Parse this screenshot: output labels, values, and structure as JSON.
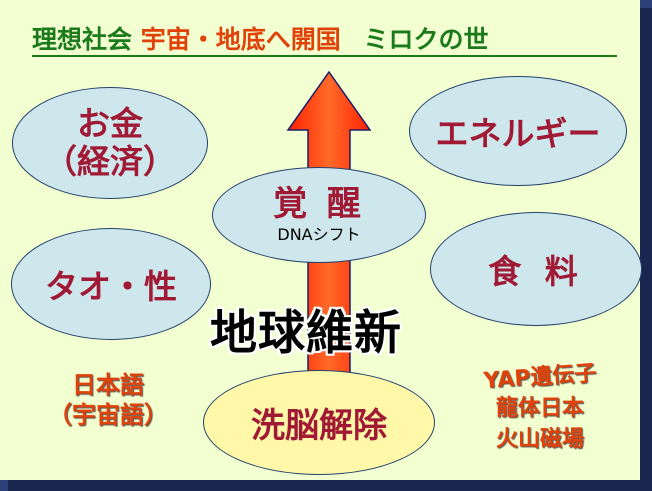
{
  "title": {
    "part1": "理想社会",
    "part2": "宇宙・地底へ開国",
    "part3": "ミロクの世"
  },
  "colors": {
    "title_green": "#1c7a1c",
    "title_red": "#e0420a",
    "ellipse_fill": "#cde7ec",
    "ellipse_text": "#a11a35",
    "center_fill": "#fff8a8",
    "arrow": "#ff3300"
  },
  "bubbles": {
    "money_line1": "お金",
    "money_line2": "（経済）",
    "energy": "エネルギー",
    "awakening_line1": "覚 醒",
    "awakening_line2": "DNAシフト",
    "sex": "タオ・性",
    "food": "食 料",
    "brainwash": "洗脳解除"
  },
  "center_text": "地球維新",
  "left_note": {
    "line1": "日本語",
    "line2": "（宇宙語）"
  },
  "right_note": {
    "line1": "YAP遺伝子",
    "line2": "龍体日本",
    "line3": "火山磁場"
  }
}
